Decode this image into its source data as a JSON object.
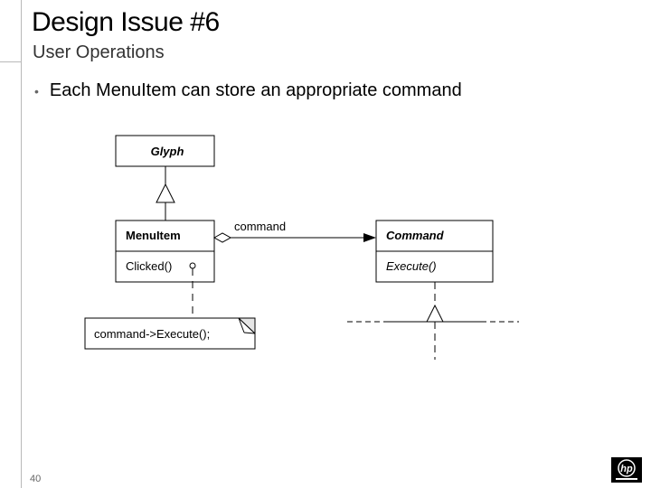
{
  "slide": {
    "title": "Design Issue #6",
    "subtitle": "User Operations",
    "bullets": [
      "Each MenuItem can store an appropriate command"
    ],
    "page_number": "40"
  },
  "diagram": {
    "glyph_class": "Glyph",
    "menuitem_class": "MenuItem",
    "menuitem_operation": "Clicked()",
    "command_class": "Command",
    "command_operation": "Execute()",
    "association_label": "command",
    "note_text": "command->Execute();"
  },
  "logo": {
    "text": "hp",
    "color": "#000000"
  }
}
